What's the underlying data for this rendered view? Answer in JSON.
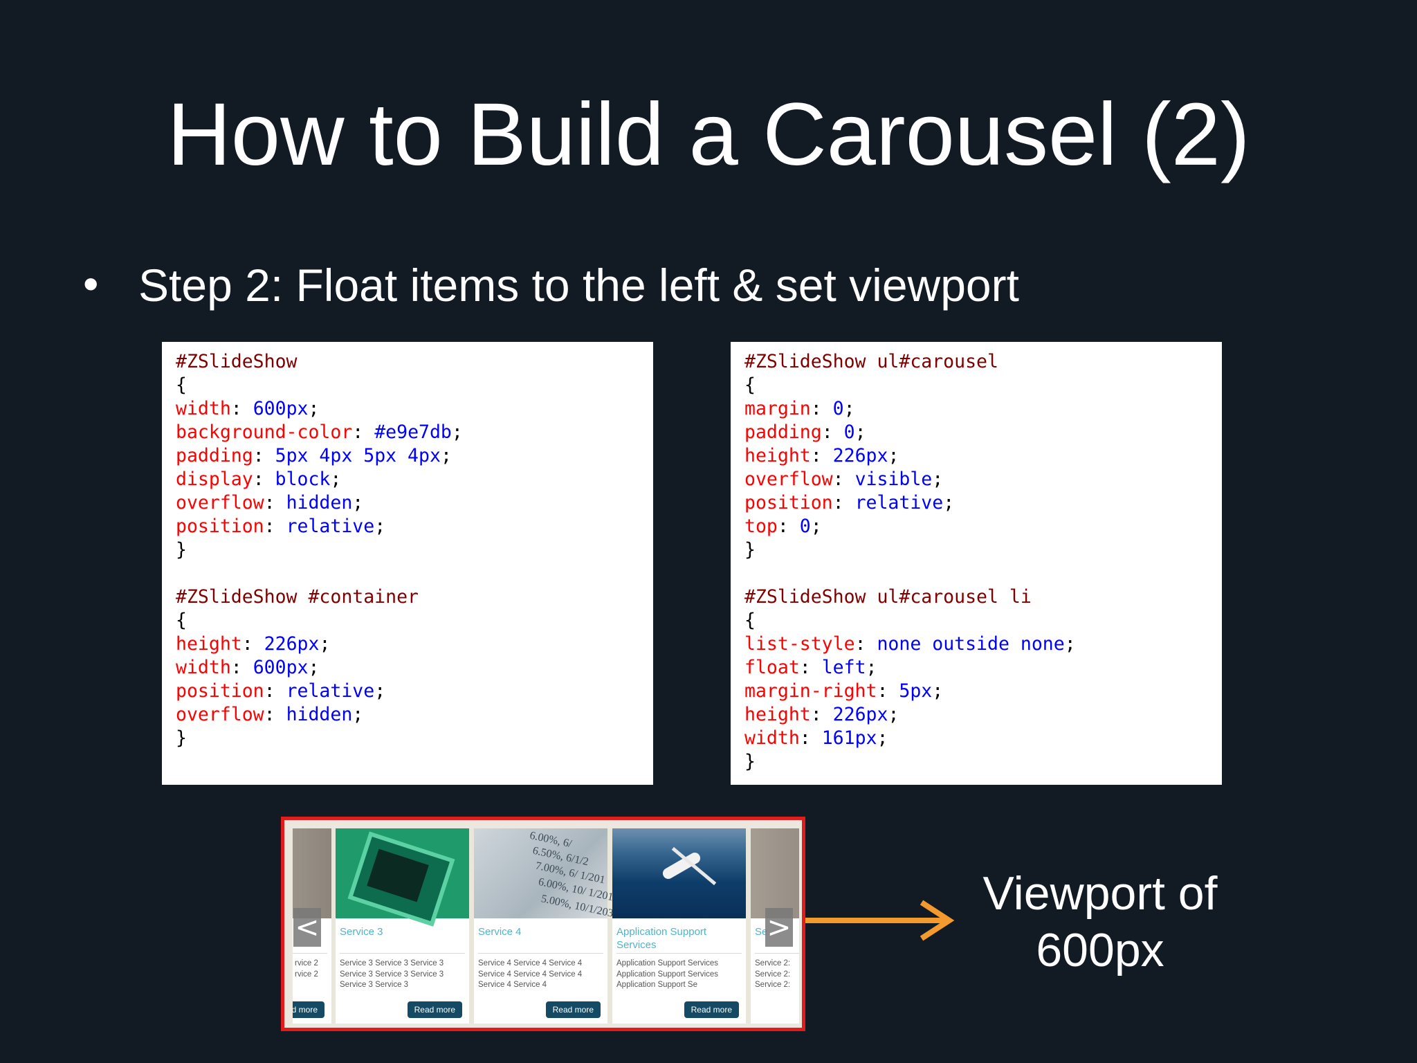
{
  "slide": {
    "title": "How to Build a Carousel (2)",
    "bullet_marker": "•",
    "bullet": "Step 2: Float items to the left & set viewport"
  },
  "code_left": [
    [
      [
        "sel",
        "#ZSlideShow"
      ]
    ],
    [
      [
        "punc",
        "{"
      ]
    ],
    [
      [
        "prop",
        "width"
      ],
      [
        "punc",
        ": "
      ],
      [
        "val",
        "600px"
      ],
      [
        "punc",
        ";"
      ]
    ],
    [
      [
        "prop",
        "background-color"
      ],
      [
        "punc",
        ": "
      ],
      [
        "val",
        "#e9e7db"
      ],
      [
        "punc",
        ";"
      ]
    ],
    [
      [
        "prop",
        "padding"
      ],
      [
        "punc",
        ": "
      ],
      [
        "val",
        "5px 4px 5px 4px"
      ],
      [
        "punc",
        ";"
      ]
    ],
    [
      [
        "prop",
        "display"
      ],
      [
        "punc",
        ": "
      ],
      [
        "val",
        "block"
      ],
      [
        "punc",
        ";"
      ]
    ],
    [
      [
        "prop",
        "overflow"
      ],
      [
        "punc",
        ": "
      ],
      [
        "val",
        "hidden"
      ],
      [
        "punc",
        ";"
      ]
    ],
    [
      [
        "prop",
        "position"
      ],
      [
        "punc",
        ": "
      ],
      [
        "val",
        "relative"
      ],
      [
        "punc",
        ";"
      ]
    ],
    [
      [
        "punc",
        "}"
      ]
    ],
    [],
    [
      [
        "sel",
        "#ZSlideShow #container"
      ]
    ],
    [
      [
        "punc",
        "{"
      ]
    ],
    [
      [
        "prop",
        "height"
      ],
      [
        "punc",
        ": "
      ],
      [
        "val",
        "226px"
      ],
      [
        "punc",
        ";"
      ]
    ],
    [
      [
        "prop",
        "width"
      ],
      [
        "punc",
        ": "
      ],
      [
        "val",
        "600px"
      ],
      [
        "punc",
        ";"
      ]
    ],
    [
      [
        "prop",
        "position"
      ],
      [
        "punc",
        ": "
      ],
      [
        "val",
        "relative"
      ],
      [
        "punc",
        ";"
      ]
    ],
    [
      [
        "prop",
        "overflow"
      ],
      [
        "punc",
        ": "
      ],
      [
        "val",
        "hidden"
      ],
      [
        "punc",
        ";"
      ]
    ],
    [
      [
        "punc",
        "}"
      ]
    ]
  ],
  "code_right": [
    [
      [
        "sel",
        "#ZSlideShow ul#carousel"
      ]
    ],
    [
      [
        "punc",
        "{"
      ]
    ],
    [
      [
        "prop",
        "margin"
      ],
      [
        "punc",
        ": "
      ],
      [
        "val",
        "0"
      ],
      [
        "punc",
        ";"
      ]
    ],
    [
      [
        "prop",
        "padding"
      ],
      [
        "punc",
        ": "
      ],
      [
        "val",
        "0"
      ],
      [
        "punc",
        ";"
      ]
    ],
    [
      [
        "prop",
        "height"
      ],
      [
        "punc",
        ": "
      ],
      [
        "val",
        "226px"
      ],
      [
        "punc",
        ";"
      ]
    ],
    [
      [
        "prop",
        "overflow"
      ],
      [
        "punc",
        ": "
      ],
      [
        "val",
        "visible"
      ],
      [
        "punc",
        ";"
      ]
    ],
    [
      [
        "prop",
        "position"
      ],
      [
        "punc",
        ": "
      ],
      [
        "val",
        "relative"
      ],
      [
        "punc",
        ";"
      ]
    ],
    [
      [
        "prop",
        "top"
      ],
      [
        "punc",
        ": "
      ],
      [
        "val",
        "0"
      ],
      [
        "punc",
        ";"
      ]
    ],
    [
      [
        "punc",
        "}"
      ]
    ],
    [],
    [
      [
        "sel",
        "#ZSlideShow ul#carousel li"
      ]
    ],
    [
      [
        "punc",
        "{"
      ]
    ],
    [
      [
        "prop",
        "list-style"
      ],
      [
        "punc",
        ": "
      ],
      [
        "val",
        "none outside none"
      ],
      [
        "punc",
        ";"
      ]
    ],
    [
      [
        "prop",
        "float"
      ],
      [
        "punc",
        ": "
      ],
      [
        "val",
        "left"
      ],
      [
        "punc",
        ";"
      ]
    ],
    [
      [
        "prop",
        "margin-right"
      ],
      [
        "punc",
        ": "
      ],
      [
        "val",
        "5px"
      ],
      [
        "punc",
        ";"
      ]
    ],
    [
      [
        "prop",
        "height"
      ],
      [
        "punc",
        ": "
      ],
      [
        "val",
        "226px"
      ],
      [
        "punc",
        ";"
      ]
    ],
    [
      [
        "prop",
        "width"
      ],
      [
        "punc",
        ": "
      ],
      [
        "val",
        "161px"
      ],
      [
        "punc",
        ";"
      ]
    ],
    [
      [
        "punc",
        "}"
      ]
    ]
  ],
  "carousel": {
    "prev_label": "<",
    "next_label": ">",
    "cards": [
      {
        "title": "",
        "desc": "rvice 2\nrvice 2",
        "button": "d more",
        "img": "person"
      },
      {
        "title": "Service 3",
        "desc": "Service 3 Service 3 Service 3\nService 3 Service 3 Service 3\nService 3 Service 3",
        "button": "Read more",
        "img": "chip"
      },
      {
        "title": "Service 4",
        "desc": "Service 4 Service 4 Service 4\nService 4 Service 4 Service 4\nService 4 Service 4",
        "button": "Read more",
        "img": "paper"
      },
      {
        "title": "Application Support Services",
        "desc": "Application Support Services\nApplication Support Services\nApplication Support Se",
        "button": "Read more",
        "img": "jet"
      },
      {
        "title": "Se",
        "desc": "Service 2:\nService 2:\nService 2:",
        "button": "",
        "img": "gray"
      }
    ],
    "photo_text": [
      "6.00%, 6/",
      "6.50%, 6/1/2",
      "7.00%, 6/ 1/201",
      "6.00%, 10/ 1/201",
      "5.00%, 10/1/203"
    ]
  },
  "annotation": {
    "viewport_label": "Viewport of 600px",
    "arrow_color": "#f29a2e",
    "frame_color": "#e01c1c"
  },
  "colors": {
    "background": "#121a24",
    "selector": "#800000",
    "property": "#ff0000",
    "value": "#0000ff"
  }
}
